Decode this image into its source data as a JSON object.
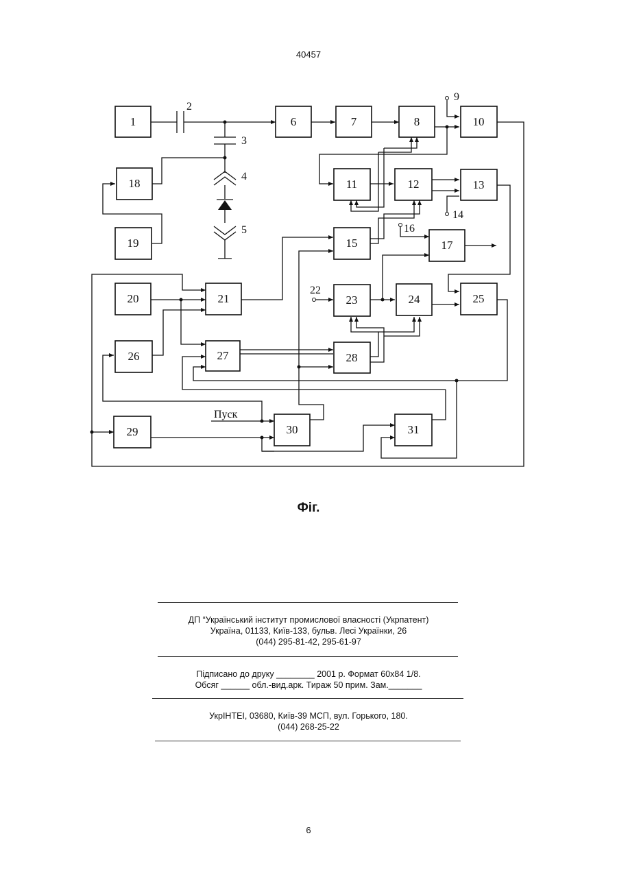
{
  "header": {
    "doc_number": "40457"
  },
  "diagram": {
    "blocks": [
      "1",
      "6",
      "7",
      "8",
      "10",
      "11",
      "12",
      "13",
      "15",
      "17",
      "18",
      "19",
      "20",
      "21",
      "23",
      "24",
      "25",
      "26",
      "27",
      "28",
      "29",
      "30",
      "31"
    ],
    "labels": {
      "n2": "2",
      "n3": "3",
      "n4": "4",
      "n5": "5",
      "n9": "9",
      "n14": "14",
      "n16": "16",
      "n22": "22",
      "start": "Пуск"
    }
  },
  "caption": "Фіг.",
  "imprint": {
    "org_line1": "ДП “Український інститут промислової власності (Укрпатент)",
    "org_line2": "Україна, 01133, Київ-133, бульв. Лесі Українки, 26",
    "org_line3": "(044) 295-81-42, 295-61-97",
    "print_line1": "Підписано до друку ________ 2001 р.    Формат 60х84 1/8.",
    "print_line2": "Обсяг ______ обл.-вид.арк.   Тираж 50 прим.    Зам._______",
    "pub_line1": "УкрІНТЕІ, 03680, Київ-39 МСП, вул. Горького, 180.",
    "pub_line2": "(044) 268-25-22"
  },
  "footer": {
    "page_number": "6"
  }
}
